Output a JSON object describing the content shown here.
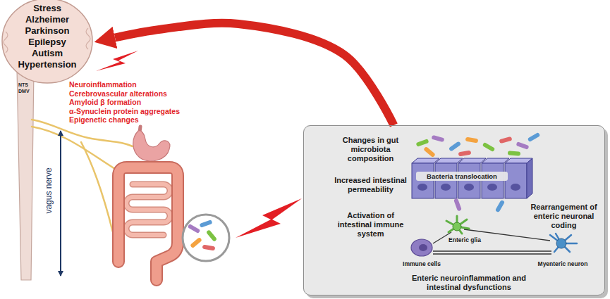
{
  "diagram": {
    "nodes": [
      {
        "text": [
          "Stress",
          "Alzheimer",
          "Parkinson",
          "Epilepsy",
          "Autism",
          "Hypertension"
        ]
      },
      {
        "text": [
          "Changes in gut microbiota composition",
          "Increased intestinal permeability",
          "Bacteria translocation",
          "Activation of intestinal immune system",
          "Rearrangement of enteric neuronal coding",
          "Enteric glia",
          "Immune cells",
          "Myenteric neuron",
          "Enteric neuroinflammation and intestinal dysfunctions"
        ]
      }
    ],
    "edges": [
      {
        "from": 1,
        "to": 0,
        "arrow": "to"
      }
    ],
    "labels": [
      "Neuroinflammation",
      "Cerebrovascular alterations",
      "Amyloid β formation",
      "α-Synuclein protein aggregates",
      "Epigenetic changes",
      "NTS",
      "DMV",
      "vagus nerve"
    ]
  }
}
